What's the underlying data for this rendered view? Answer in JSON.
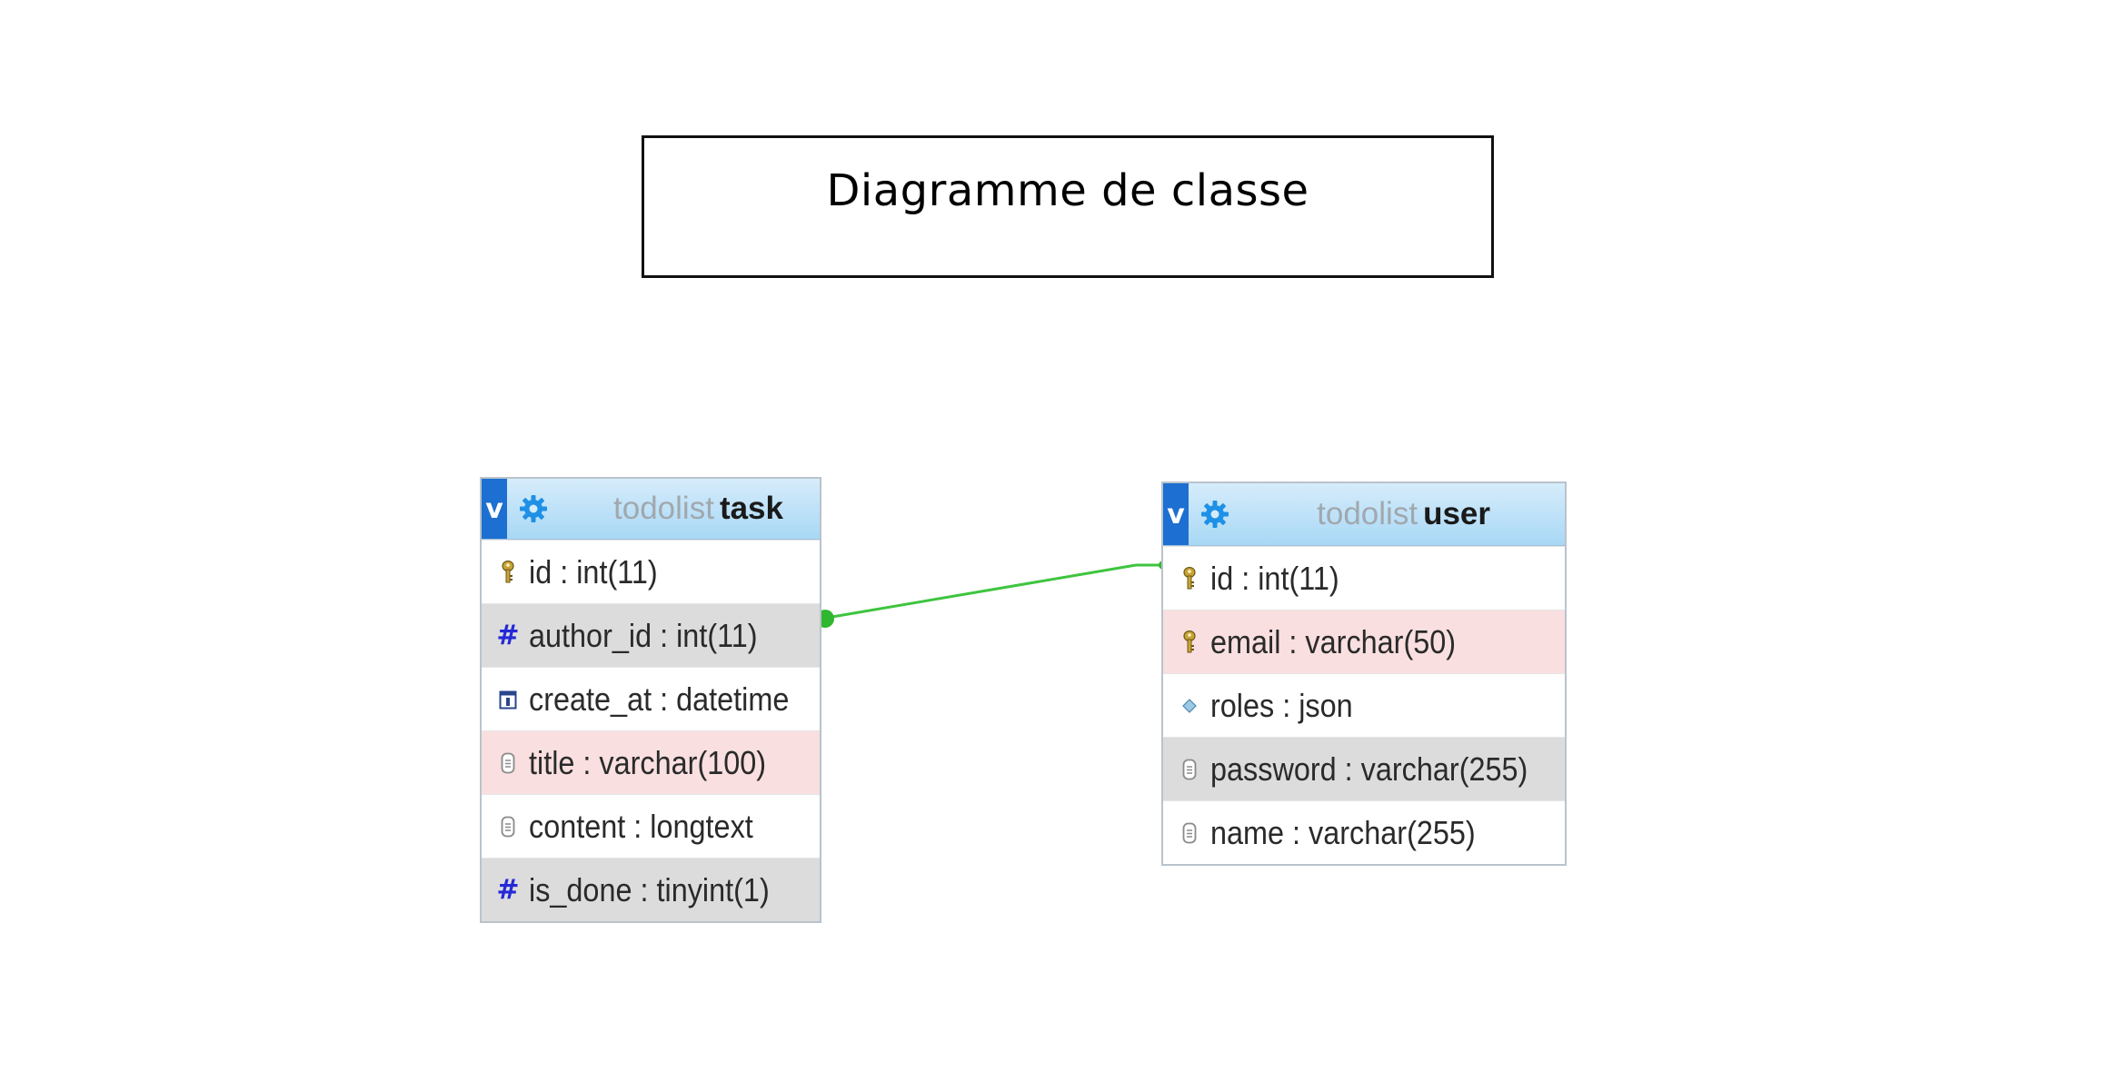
{
  "title": "Diagramme de classe",
  "colors": {
    "header_gradient_top": "#d6ecfb",
    "header_gradient_bottom": "#a8d8f5",
    "toggle_blue": "#1d6fd1",
    "relation_green": "#3fc43f",
    "row_gray": "#dcdcdc",
    "row_pink": "#f9dfe0"
  },
  "tables": {
    "task": {
      "toggle": "v",
      "db": "todolist",
      "name": "task",
      "columns": [
        {
          "text": "id : int(11)",
          "icon": "key-icon",
          "style": "plain"
        },
        {
          "text": "author_id : int(11)",
          "icon": "hash-icon",
          "style": "gray"
        },
        {
          "text": "create_at : datetime",
          "icon": "calendar-icon",
          "style": "plain"
        },
        {
          "text": "title : varchar(100)",
          "icon": "text-field-icon",
          "style": "pink"
        },
        {
          "text": "content : longtext",
          "icon": "text-field-icon",
          "style": "plain"
        },
        {
          "text": "is_done : tinyint(1)",
          "icon": "hash-icon",
          "style": "gray"
        }
      ]
    },
    "user": {
      "toggle": "v",
      "db": "todolist",
      "name": "user",
      "columns": [
        {
          "text": "id : int(11)",
          "icon": "key-icon",
          "style": "plain"
        },
        {
          "text": "email : varchar(50)",
          "icon": "key-icon",
          "style": "pink"
        },
        {
          "text": "roles : json",
          "icon": "diamond-icon",
          "style": "plain"
        },
        {
          "text": "password : varchar(255)",
          "icon": "text-field-icon",
          "style": "gray"
        },
        {
          "text": "name : varchar(255)",
          "icon": "text-field-icon",
          "style": "plain"
        }
      ]
    }
  },
  "relations": [
    {
      "from": "task.author_id",
      "to": "user.id"
    }
  ]
}
